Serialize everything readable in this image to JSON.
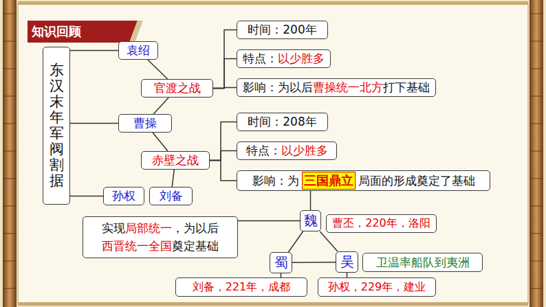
{
  "diagram": {
    "title": "知识回顾",
    "nodes": [
      {
        "text": [
          "东汉末年军阀割据"
        ]
      },
      {
        "text": [
          "袁绍"
        ]
      },
      {
        "text": [
          "官渡之战"
        ]
      },
      {
        "text": [
          "时间：200年"
        ]
      },
      {
        "text": [
          "特点：",
          "以少胜多"
        ]
      },
      {
        "text": [
          "影响：为以后",
          "曹操统一北方",
          "打下基础"
        ]
      },
      {
        "text": [
          "曹操"
        ]
      },
      {
        "text": [
          "赤壁之战"
        ]
      },
      {
        "text": [
          "时间：208年"
        ]
      },
      {
        "text": [
          "特点：",
          "以少胜多"
        ]
      },
      {
        "text": [
          "影响：为",
          "三国鼎立",
          "局面的形成奠定了基础"
        ]
      },
      {
        "text": [
          "孙权"
        ]
      },
      {
        "text": [
          "刘备"
        ]
      },
      {
        "text": [
          "魏"
        ]
      },
      {
        "text": [
          "曹丕，220年，洛阳"
        ]
      },
      {
        "text": [
          "实现",
          "局部统一",
          "，为以后",
          "西晋统一全国",
          "奠定基础"
        ]
      },
      {
        "text": [
          "蜀"
        ]
      },
      {
        "text": [
          "吴"
        ]
      },
      {
        "text": [
          "卫温率船队到夷洲"
        ]
      },
      {
        "text": [
          "刘备，221年，成都"
        ]
      },
      {
        "text": [
          "孙权，229年，建业"
        ]
      }
    ],
    "edges": [
      {
        "from": 0,
        "to": 1,
        "arrow": "none"
      },
      {
        "from": 0,
        "to": 6,
        "arrow": "none"
      },
      {
        "from": 0,
        "to": 11,
        "arrow": "none"
      },
      {
        "from": 1,
        "to": 2,
        "arrow": "none"
      },
      {
        "from": 2,
        "to": 6,
        "arrow": "none"
      },
      {
        "from": 2,
        "to": 3,
        "arrow": "none"
      },
      {
        "from": 2,
        "to": 4,
        "arrow": "none"
      },
      {
        "from": 2,
        "to": 5,
        "arrow": "none"
      },
      {
        "from": 6,
        "to": 7,
        "arrow": "none"
      },
      {
        "from": 7,
        "to": 12,
        "arrow": "none"
      },
      {
        "from": 7,
        "to": 8,
        "arrow": "none"
      },
      {
        "from": 7,
        "to": 9,
        "arrow": "none"
      },
      {
        "from": 7,
        "to": 10,
        "arrow": "none"
      },
      {
        "from": 10,
        "to": 13,
        "arrow": "none"
      },
      {
        "from": 13,
        "to": 15,
        "arrow": "none"
      },
      {
        "from": 13,
        "to": 16,
        "arrow": "none"
      },
      {
        "from": 13,
        "to": 17,
        "arrow": "none"
      },
      {
        "from": 16,
        "to": 17,
        "arrow": "none"
      },
      {
        "from": 16,
        "to": 19,
        "arrow": "none"
      },
      {
        "from": 17,
        "to": 20,
        "arrow": "none"
      }
    ]
  }
}
